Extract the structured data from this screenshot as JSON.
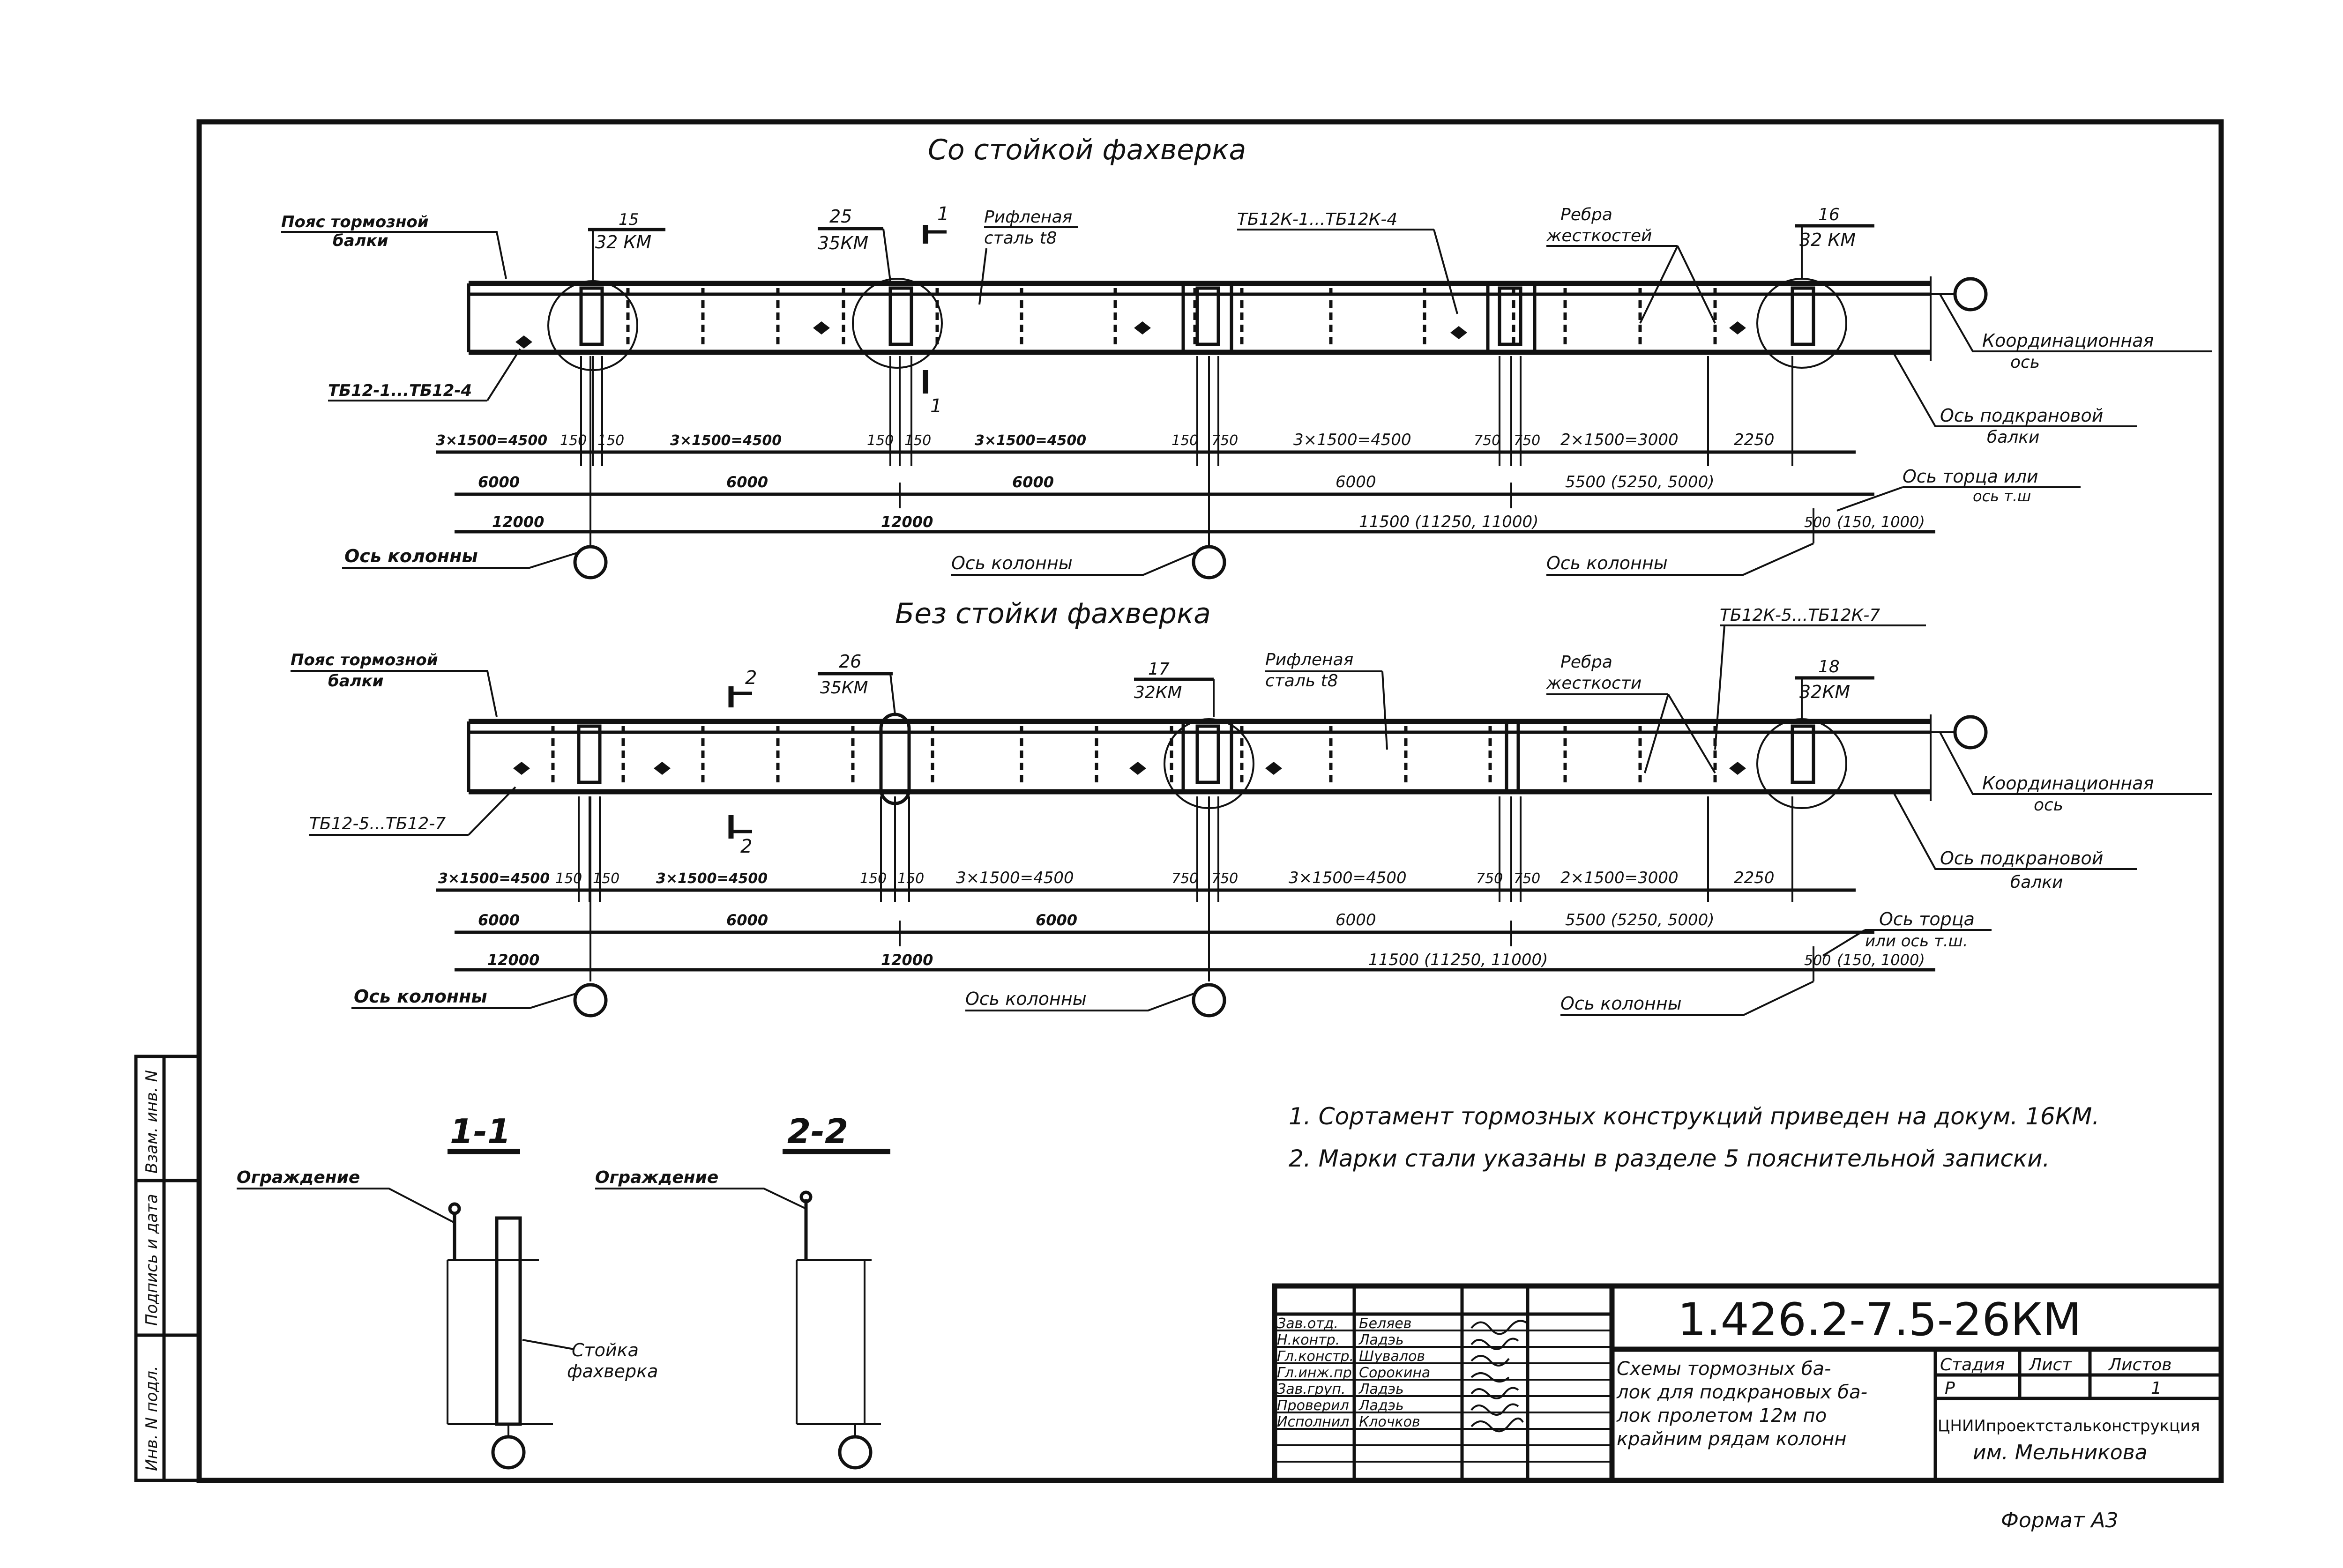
{
  "plan_top": {
    "title": "Со стойкой фахверка",
    "labels": {
      "brake_beam_belt": [
        "Пояс тормозной",
        "балки"
      ],
      "node_15": [
        "15",
        "32 КМ"
      ],
      "node_25": [
        "25",
        "35КМ"
      ],
      "section_1": "1",
      "corrugated": [
        "Рифленая",
        "сталь t8"
      ],
      "plate_marks": "ТБ12К-1...ТБ12К-4",
      "stiffeners": [
        "Ребра",
        "жесткостей"
      ],
      "node_16": [
        "16",
        "32 КМ"
      ],
      "left_mark": "ТБ12-1...ТБ12-4",
      "coord_axis": [
        "Координационная",
        "ось"
      ],
      "crane_axis": [
        "Ось подкрановой",
        "балки"
      ],
      "end_axis": [
        "Ось торца или",
        "ось т.ш"
      ],
      "column_axis_1": "Ось колонны",
      "column_axis_2": "Ось колонны",
      "column_axis_3": "Ось колонны"
    },
    "dim_row1": [
      "3×1500=4500",
      "150",
      "150",
      "3×1500=4500",
      "150",
      "150",
      "3×1500=4500",
      "150",
      "750",
      "3×1500=4500",
      "750",
      "750",
      "2×1500=3000",
      "2250"
    ],
    "dim_row2": [
      "6000",
      "6000",
      "6000",
      "6000",
      "5500 (5250, 5000)"
    ],
    "dim_row3": [
      "12000",
      "12000",
      "11500 (11250, 11000)",
      "500",
      "(150, 1000)"
    ]
  },
  "plan_bottom": {
    "title": "Без стойки фахверка",
    "labels": {
      "brake_beam_belt": [
        "Пояс тормозной",
        "балки"
      ],
      "section_2_top": "2",
      "section_2_bottom": "2",
      "node_26": [
        "26",
        "35КМ"
      ],
      "node_17": [
        "17",
        "32КМ"
      ],
      "corrugated": [
        "Рифленая",
        "сталь t8"
      ],
      "stiffeners": [
        "Ребра",
        "жесткости"
      ],
      "plate_marks": "ТБ12К-5...ТБ12К-7",
      "node_18": [
        "18",
        "32КМ"
      ],
      "left_mark": "ТБ12-5...ТБ12-7",
      "coord_axis": [
        "Координационная",
        "ось"
      ],
      "crane_axis": [
        "Ось подкрановой",
        "балки"
      ],
      "end_axis": [
        "Ось торца",
        "или ось т.ш."
      ],
      "column_axis_1": "Ось колонны",
      "column_axis_2": "Ось колонны",
      "column_axis_3": "Ось колонны"
    },
    "dim_row1": [
      "3×1500=4500",
      "150",
      "150",
      "3×1500=4500",
      "150",
      "150",
      "3×1500=4500",
      "750",
      "750",
      "3×1500=4500",
      "750",
      "750",
      "2×1500=3000",
      "2250"
    ],
    "dim_row2": [
      "6000",
      "6000",
      "6000",
      "6000",
      "5500 (5250, 5000)"
    ],
    "dim_row3": [
      "12000",
      "12000",
      "11500 (11250, 11000)",
      "500",
      "(150, 1000)"
    ]
  },
  "sections": {
    "s1": {
      "title": "1-1",
      "fence": "Ограждение",
      "post": [
        "Стойка",
        "фахверка"
      ]
    },
    "s2": {
      "title": "2-2",
      "fence": "Ограждение"
    }
  },
  "notes": [
    "1. Сортамент тормозных конструкций приведен на докум. 16КМ.",
    "2. Марки стали указаны в разделе 5 пояснительной записки."
  ],
  "side_stamp": [
    "Инв. N подл.",
    "Подпись и дата",
    "Взам. инв. N"
  ],
  "title_block": {
    "code": "1.426.2-7.5-26КМ",
    "roles": [
      "Зав.отд.",
      "Н.контр.",
      "Гл.констр.",
      "Гл.инж.пр.",
      "Зав.груп.",
      "Проверил",
      "Исполнил"
    ],
    "names": [
      "Беляев",
      "Ладэь",
      "Шувалов",
      "Сорокина",
      "Ладэь",
      "Ладэь",
      "Клочков"
    ],
    "description": [
      "Схемы тормозных ба-",
      "лок для подкрановых ба-",
      "лок пролетом 12м по",
      "крайним рядам колонн"
    ],
    "stage_label": "Стадия",
    "sheet_label": "Лист",
    "sheets_label": "Листов",
    "stage": "Р",
    "sheets": "1",
    "org": [
      "ЦНИИпроектстальконструкция",
      "им. Мельникова"
    ],
    "format": "Формат А3"
  }
}
